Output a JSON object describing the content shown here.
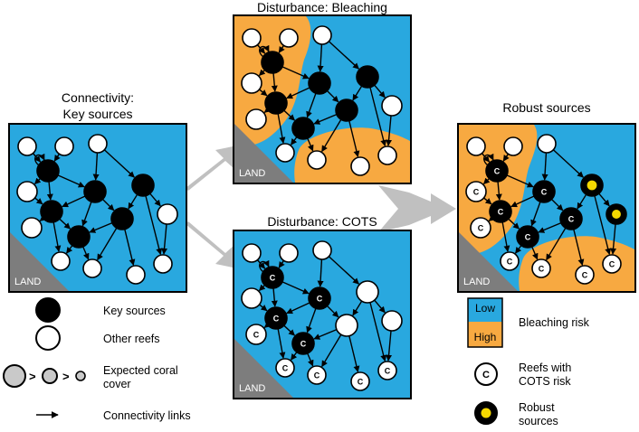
{
  "panels": {
    "connectivity": {
      "title_line1": "Connectivity:",
      "title_line2": "Key sources",
      "land": "LAND"
    },
    "bleaching": {
      "title": "Disturbance: Bleaching",
      "land": "LAND"
    },
    "cots": {
      "title": "Disturbance: COTS",
      "land": "LAND"
    },
    "robust": {
      "title": "Robust sources",
      "land": "LAND"
    }
  },
  "legend_left": {
    "key_sources": "Key sources",
    "other_reefs": "Other reefs",
    "expected_cover_line1": "Expected coral",
    "expected_cover_line2": "cover",
    "connectivity_links": "Connectivity links"
  },
  "legend_right": {
    "low": "Low",
    "high": "High",
    "bleaching_risk": "Bleaching risk",
    "cots_line1": "Reefs with",
    "cots_line2": "COTS risk",
    "robust_line1": "Robust",
    "robust_line2": "sources"
  },
  "colors": {
    "water": "#29a8df",
    "high_risk": "#f7a941",
    "land": "#7d7d7d",
    "robust_center": "#f5d800",
    "arrow": "#c0c0c0",
    "key_source": "#000000",
    "other_reef": "#ffffff"
  }
}
